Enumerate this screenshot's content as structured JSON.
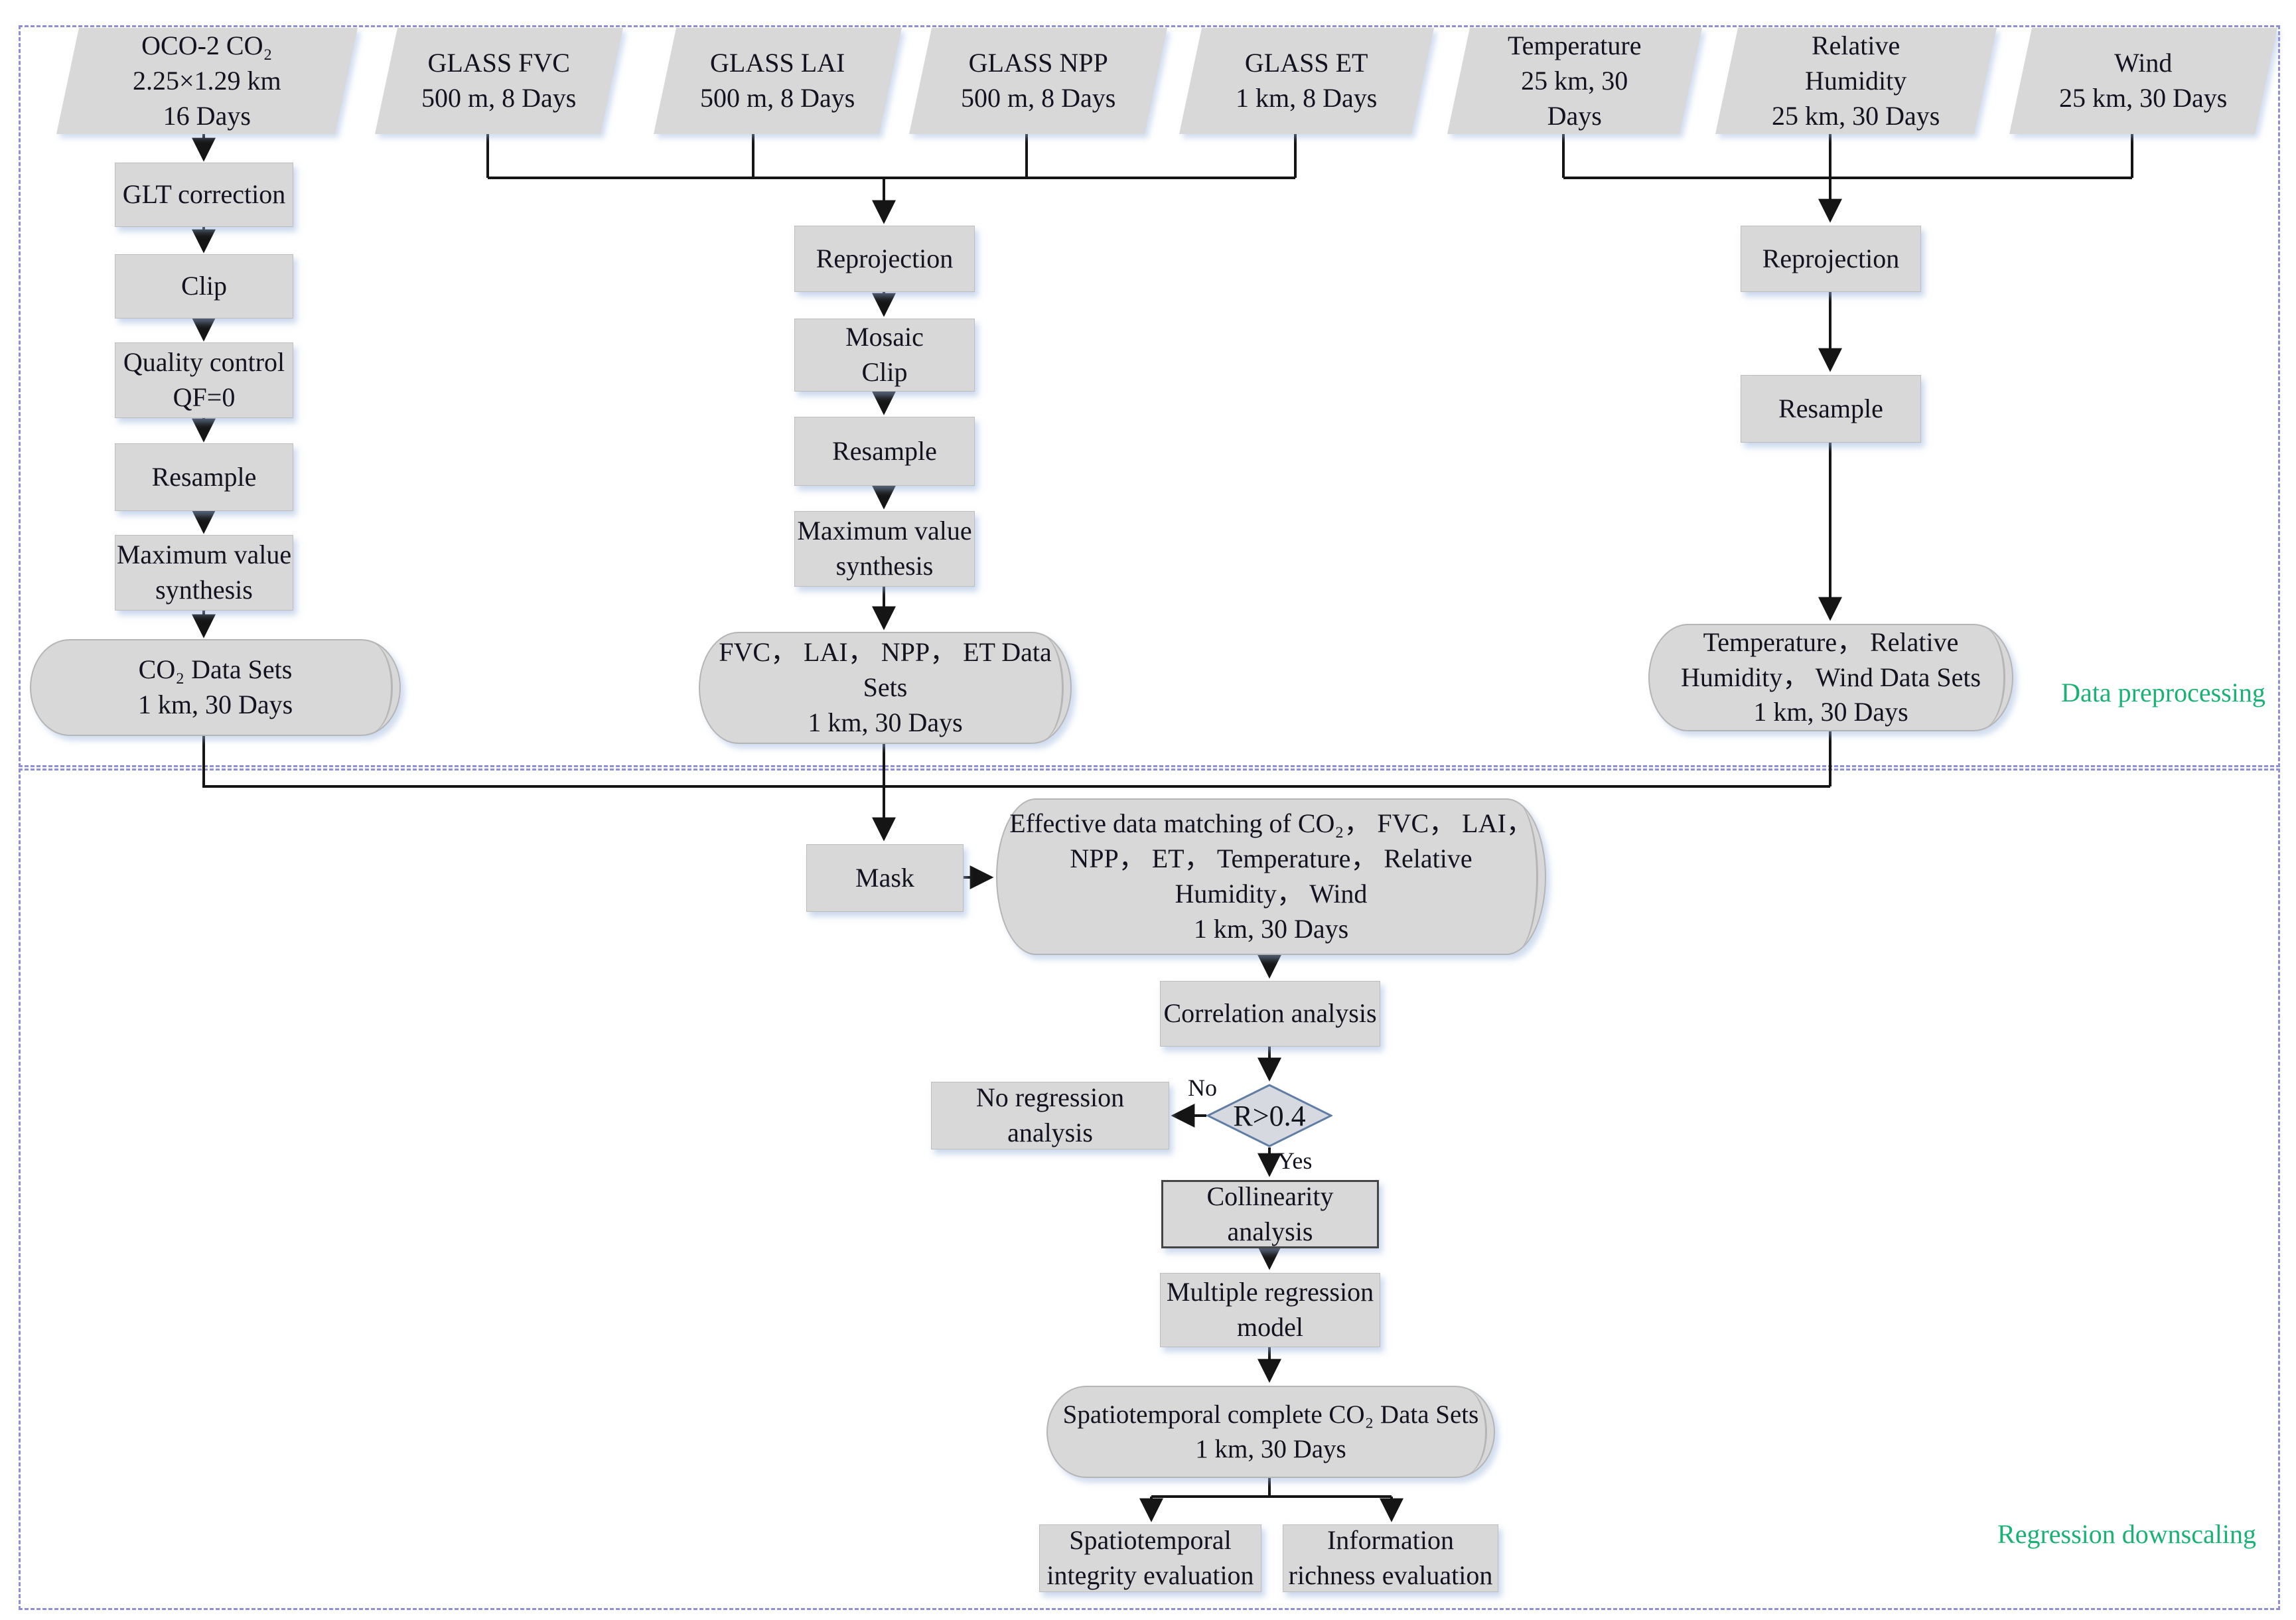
{
  "sections": {
    "preprocessing": "Data preprocessing",
    "downscaling": "Regression downscaling"
  },
  "nodes": {
    "oco2": {
      "label": "OCO-2 CO₂\n2.25×1.29 km\n16 Days"
    },
    "fvc": {
      "label": "GLASS FVC\n500 m, 8 Days"
    },
    "lai": {
      "label": "GLASS LAI\n500 m, 8 Days"
    },
    "npp": {
      "label": "GLASS NPP\n500 m, 8 Days"
    },
    "et": {
      "label": "GLASS ET\n1 km, 8 Days"
    },
    "temperature": {
      "label": "Temperature\n25 km, 30\nDays"
    },
    "humidity": {
      "label": "Relative\nHumidity\n25 km, 30 Days"
    },
    "wind": {
      "label": "Wind\n25 km, 30 Days"
    },
    "glt": {
      "label": "GLT correction"
    },
    "clip": {
      "label": "Clip"
    },
    "qc": {
      "label": "Quality control\nQF=0"
    },
    "resample_co2": {
      "label": "Resample"
    },
    "mvs_co2": {
      "label": "Maximum value\nsynthesis"
    },
    "co2_sets": {
      "label": "CO₂ Data Sets\n1 km, 30 Days"
    },
    "repro_glass": {
      "label": "Reprojection"
    },
    "mosaic_clip": {
      "label": "Mosaic\nClip"
    },
    "resample_glass": {
      "label": "Resample"
    },
    "mvs_glass": {
      "label": "Maximum value\nsynthesis"
    },
    "glass_sets": {
      "label": "FVC， LAI， NPP， ET Data\nSets\n1 km, 30 Days"
    },
    "repro_weather": {
      "label": "Reprojection"
    },
    "resample_weather": {
      "label": "Resample"
    },
    "weather_sets": {
      "label": "Temperature， Relative\nHumidity， Wind Data Sets\n1 km, 30 Days"
    },
    "mask": {
      "label": "Mask"
    },
    "matching": {
      "label": "Effective data matching of CO₂， FVC， LAI，\nNPP， ET， Temperature， Relative\nHumidity， Wind\n1 km, 30 Days"
    },
    "correlation": {
      "label": "Correlation analysis"
    },
    "decision": {
      "label": "R>0.4"
    },
    "no_regression": {
      "label": "No regression\nanalysis"
    },
    "collinearity": {
      "label": "Collinearity\nanalysis"
    },
    "regression_model": {
      "label": "Multiple regression\nmodel"
    },
    "st_co2": {
      "label": "Spatiotemporal complete CO₂ Data Sets\n1 km, 30 Days"
    },
    "integrity": {
      "label": "Spatiotemporal\nintegrity evaluation"
    },
    "richness": {
      "label": "Information\nrichness evaluation"
    }
  },
  "edge_labels": {
    "no": "No",
    "yes": "Yes"
  },
  "colors": {
    "node_fill": "#d8d8d8",
    "section_border": "#8f8fd9",
    "accent_green": "#19b274",
    "diamond_border": "#5f7da5",
    "diamond_fill": "#d6d9df",
    "line": "#151515"
  }
}
